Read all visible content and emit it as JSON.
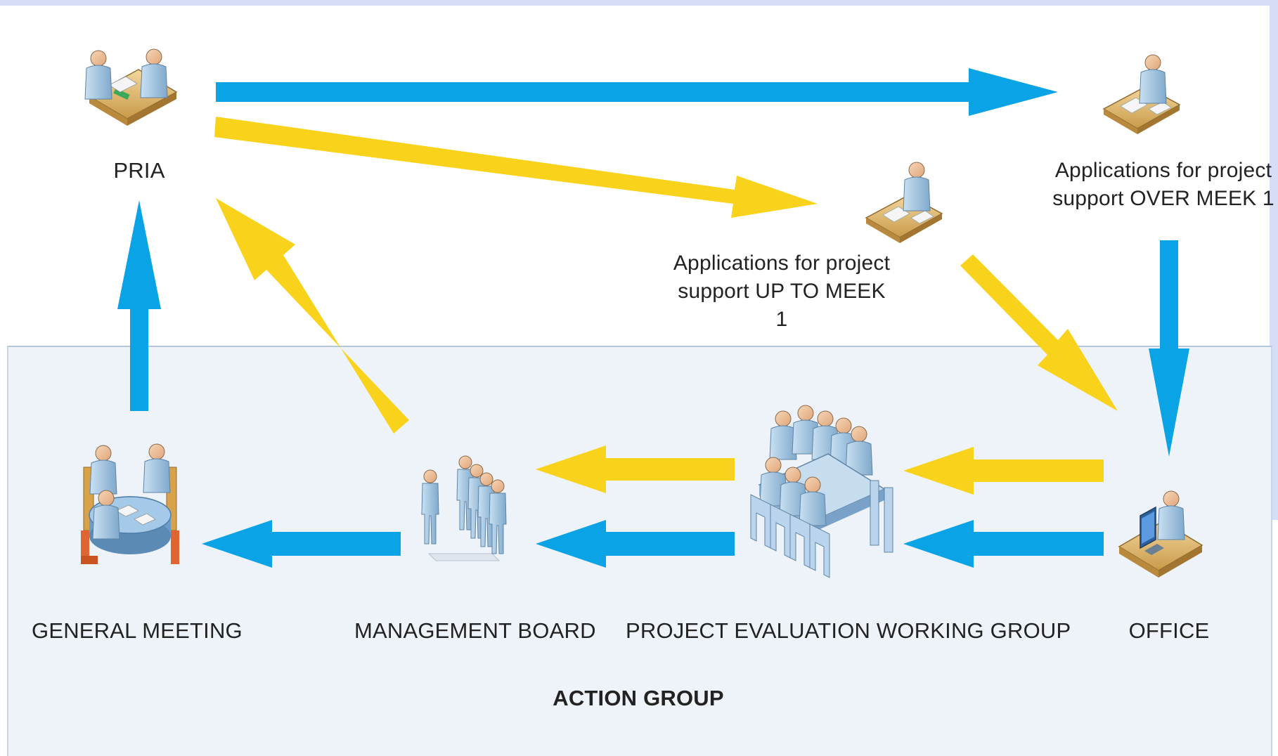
{
  "colors": {
    "flow_blue": "#0aa3e6",
    "flow_yellow": "#f9d21b",
    "group_area": "#edf3f9",
    "side_band": "#d6def7",
    "person_body": "#a9cbe6",
    "person_skin": "#f2c7a0",
    "desk": "#e9c27a"
  },
  "nodes": {
    "pria": {
      "label": "PRIA",
      "icon": "two-people-at-desk-icon"
    },
    "over_meek": {
      "label": "Applications for project support OVER MEEK 1",
      "icon": "person-at-desk-icon"
    },
    "up_to_meek": {
      "label": "Applications for project support UP TO MEEK 1",
      "icon": "person-at-desk-icon"
    },
    "general_meeting": {
      "label": "GENERAL MEETING",
      "icon": "meeting-table-icon"
    },
    "management_board": {
      "label": "MANAGEMENT BOARD",
      "icon": "standing-group-icon"
    },
    "evaluation_group": {
      "label": "PROJECT EVALUATION WORKING GROUP",
      "icon": "conference-group-icon"
    },
    "office": {
      "label": "OFFICE",
      "icon": "person-at-computer-icon"
    }
  },
  "group": {
    "label": "ACTION GROUP"
  },
  "flows": [
    {
      "from": "pria",
      "to": "over_meek",
      "color": "blue"
    },
    {
      "from": "pria",
      "to": "up_to_meek",
      "color": "yellow"
    },
    {
      "from": "over_meek",
      "to": "office",
      "color": "blue"
    },
    {
      "from": "up_to_meek",
      "to": "office",
      "color": "yellow"
    },
    {
      "from": "office",
      "to": "evaluation_group",
      "color": "yellow"
    },
    {
      "from": "office",
      "to": "evaluation_group",
      "color": "blue"
    },
    {
      "from": "evaluation_group",
      "to": "management_board",
      "color": "yellow"
    },
    {
      "from": "evaluation_group",
      "to": "management_board",
      "color": "blue"
    },
    {
      "from": "management_board",
      "to": "general_meeting",
      "color": "blue"
    },
    {
      "from": "management_board",
      "to": "pria",
      "color": "yellow"
    },
    {
      "from": "general_meeting",
      "to": "pria",
      "color": "blue"
    }
  ]
}
